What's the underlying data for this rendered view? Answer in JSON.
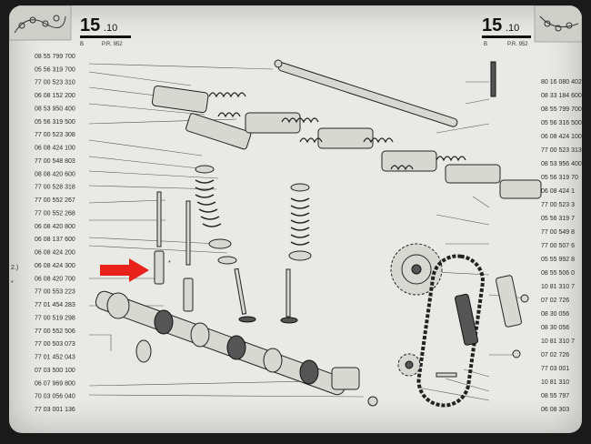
{
  "header": {
    "left": {
      "number": "15",
      "sub": ".10",
      "code_a": "B",
      "code_b": "P.R. 952"
    },
    "right": {
      "number": "15",
      "sub": ".10",
      "code_a": "B",
      "code_b": "P.R. 952"
    }
  },
  "left_labels": [
    "08 55 799 700",
    "05 56 319 700",
    "77 00 523 310",
    "06 08 152 200",
    "08 53 950 400",
    "05 56 319 500",
    "77 00 523 308",
    "06 08 424 100",
    "77 00 548 803",
    "08 08 420 600",
    "77 00 528 318",
    "77 00 552 267",
    "77 00 552 268",
    "06 08 420 800",
    "06 08 137 600",
    "06 08 424 200",
    "06 08 424 300",
    "06 08 420 700",
    "77 00 553 223",
    "77 01 454 283",
    "77 00 519 298",
    "77 00 552 506",
    "77 00 503 073",
    "77 01 452 043",
    "07 03 500 100",
    "06 07 969 800",
    "70 03 056 040",
    "77 03 001 136"
  ],
  "right_labels": [
    "80 16 080 402",
    "08 33 184 600",
    "08 55 799 700",
    "05 56 316 500",
    "06 08 424 100",
    "77 00 523 313",
    "08 53 956 400",
    "05 56 319 70",
    "06 08 424 1",
    "77 00 523 3",
    "05 56 319 7",
    "77 00 549 8",
    "77 00 507 6",
    "05 55 992 8",
    "08 55 506 0",
    "10 81 310 7",
    "07 02 726",
    "08 30 056",
    "08 30 056",
    "10 81 310 7",
    "07 02 726",
    "77 03 001",
    "10 81 310",
    "08 55 797",
    "06 08 303"
  ],
  "misc_marks": {
    "asterisk_a": "*",
    "asterisk_b": "*",
    "bracket": "2.)"
  },
  "colors": {
    "paper": "#e9e9e5",
    "frame": "#1a1a1a",
    "arrow": "#e8211b",
    "ink": "#2a2a2a"
  },
  "icons": [
    "chain-corner-icon-left",
    "chain-corner-icon-right",
    "red-pointer-arrow-icon"
  ]
}
